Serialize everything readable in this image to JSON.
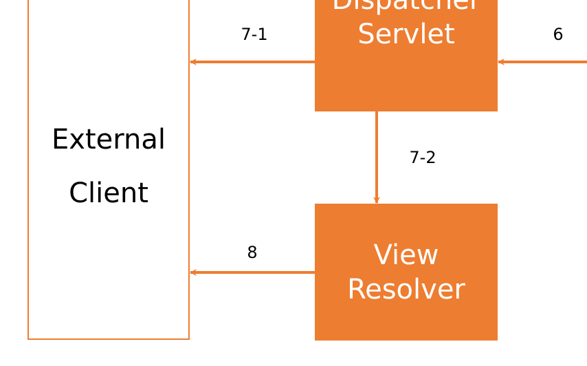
{
  "colors": {
    "accent": "#ED7D31"
  },
  "nodes": {
    "client": {
      "line1": "External",
      "line2": "Client"
    },
    "dispatcher": {
      "line1": "Dispatcher",
      "line2": "Servlet"
    },
    "view_resolver": {
      "line1": "View",
      "line2": "Resolver"
    }
  },
  "edges": [
    {
      "label": "7-1",
      "from": "Dispatcher Servlet",
      "to": "External Client"
    },
    {
      "label": "6",
      "from": "(offscreen)",
      "to": "Dispatcher Servlet"
    },
    {
      "label": "7-2",
      "from": "Dispatcher Servlet",
      "to": "View Resolver"
    },
    {
      "label": "8",
      "from": "View Resolver",
      "to": "External Client"
    }
  ]
}
